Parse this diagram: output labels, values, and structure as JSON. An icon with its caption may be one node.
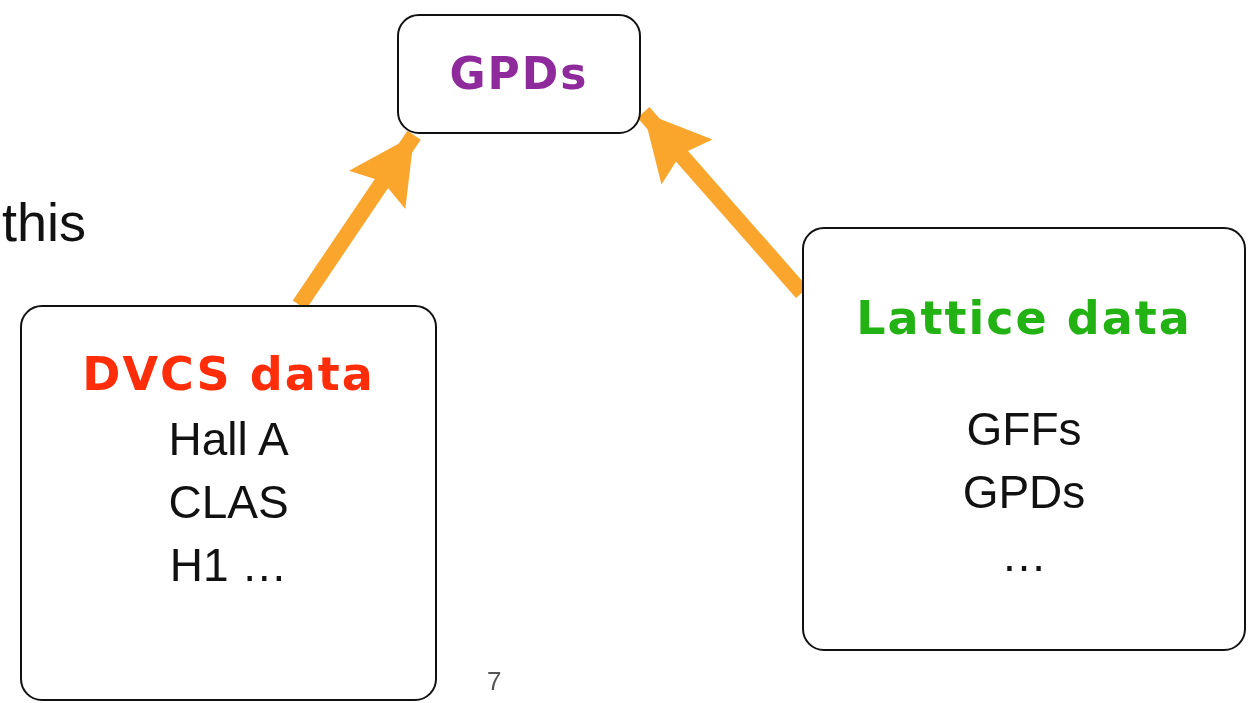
{
  "diagram": {
    "nodes": [
      {
        "text": [
          "GPDs"
        ]
      },
      {
        "text": [
          "DVCS data",
          "Hall A CLAS H1 …"
        ]
      },
      {
        "text": [
          "Lattice data",
          "GFFs GPDs …"
        ]
      }
    ],
    "edges": [
      {
        "from": 1,
        "to": 0,
        "arrow": "to"
      },
      {
        "from": 2,
        "to": 0,
        "arrow": "to"
      }
    ],
    "labels": [
      "this",
      "7"
    ]
  }
}
